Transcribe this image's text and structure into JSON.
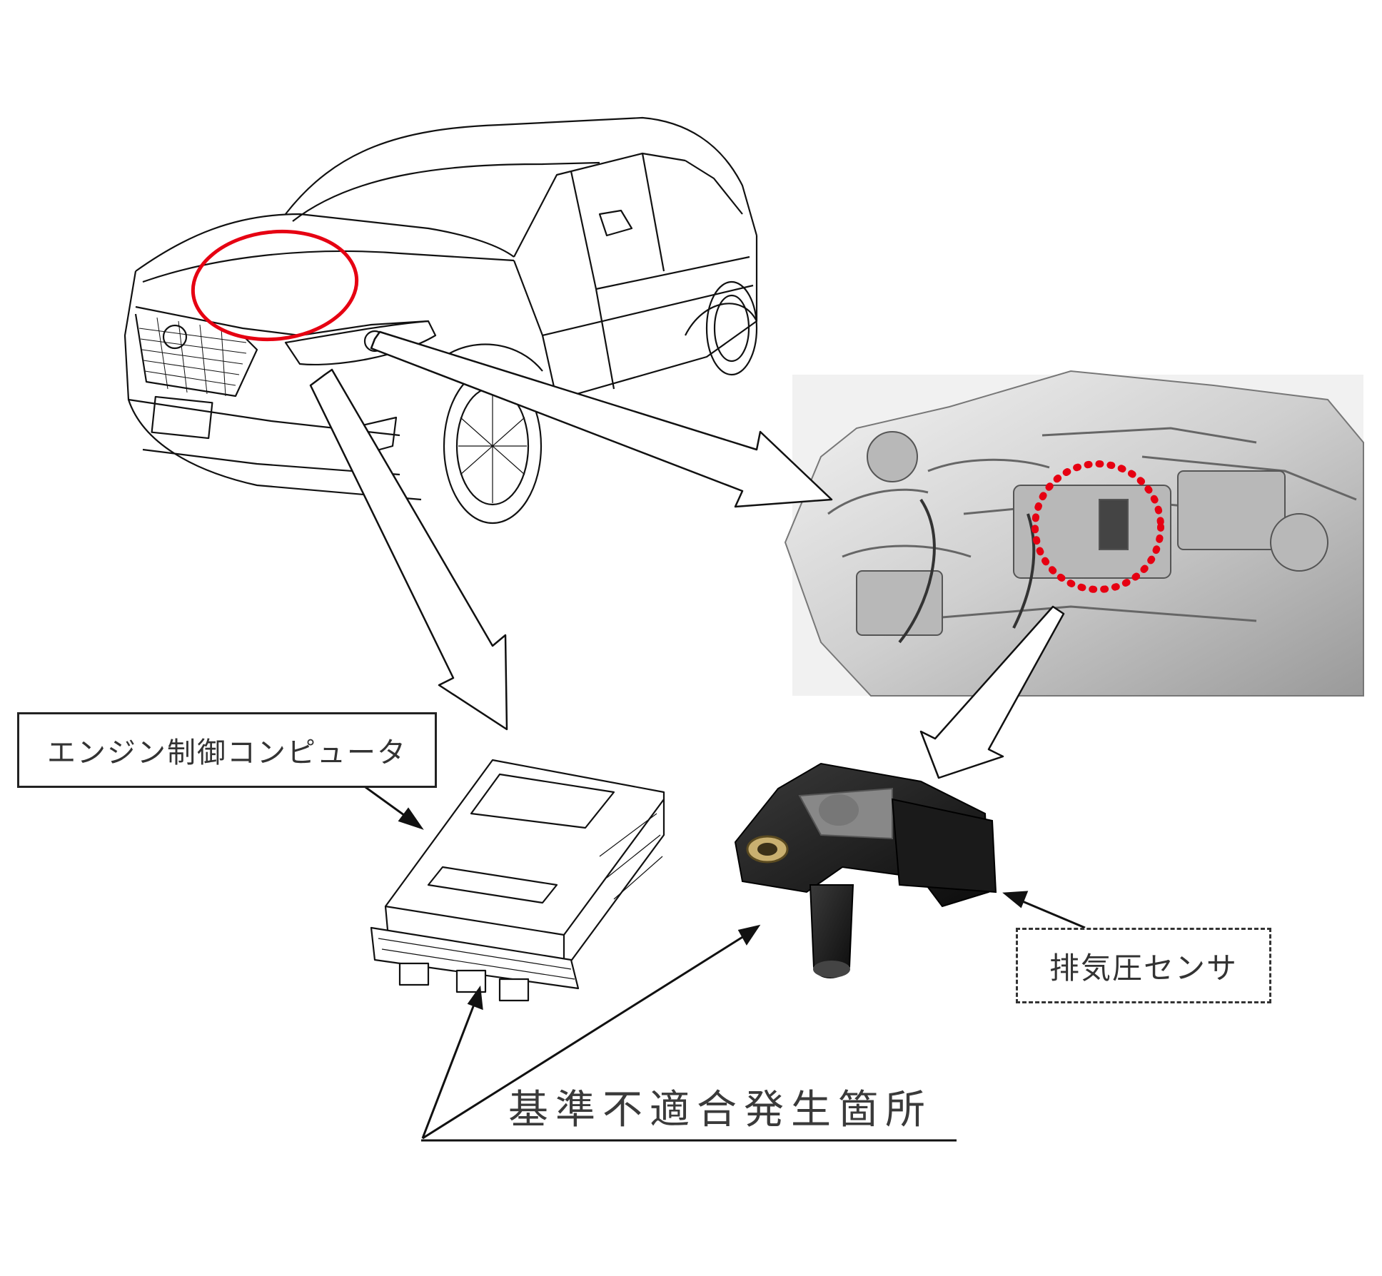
{
  "labels": {
    "ecu": "エンジン制御コンピュータ",
    "sensor": "排気圧センサ",
    "nonconformity_location": "基準不適合発生箇所"
  },
  "colors": {
    "highlight_red": "#e60012",
    "line": "#111111",
    "engine_bg": "#eeeeee",
    "sensor_body": "#1a1a1a"
  },
  "icons": {
    "vehicle": "suv-line-drawing",
    "engine": "diesel-engine-render",
    "ecu": "engine-control-unit-drawing",
    "sensor": "exhaust-pressure-sensor"
  }
}
